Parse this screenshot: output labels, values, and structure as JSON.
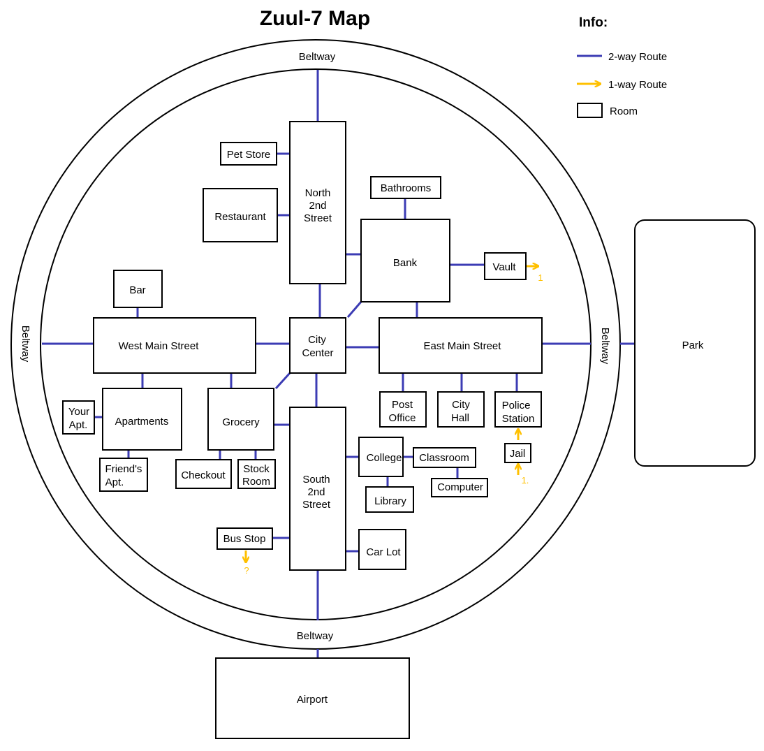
{
  "title": "Zuul-7 Map",
  "legend": {
    "heading": "Info:",
    "two_way": "2-way Route",
    "one_way": "1-way Route",
    "room": "Room"
  },
  "beltway": {
    "top": "Beltway",
    "left": "Beltway",
    "right": "Beltway",
    "bottom": "Beltway"
  },
  "rooms": {
    "pet_store": "Pet Store",
    "restaurant": "Restaurant",
    "north_2nd_street": [
      "North",
      "2nd",
      "Street"
    ],
    "bathrooms": "Bathrooms",
    "bank": "Bank",
    "vault": "Vault",
    "bar": "Bar",
    "west_main_street": "West Main Street",
    "city_center": [
      "City",
      "Center"
    ],
    "east_main_street": "East Main Street",
    "your_apt": [
      "Your",
      "Apt."
    ],
    "apartments": "Apartments",
    "grocery": "Grocery",
    "friends_apt": [
      "Friend's",
      "Apt."
    ],
    "checkout": "Checkout",
    "stock_room": [
      "Stock",
      "Room"
    ],
    "south_2nd_street": [
      "South",
      "2nd",
      "Street"
    ],
    "post_office": [
      "Post",
      "Office"
    ],
    "city_hall": [
      "City",
      "Hall"
    ],
    "police_station": [
      "Police",
      "Station"
    ],
    "college": "College",
    "classroom": "Classroom",
    "library": "Library",
    "computer": "Computer",
    "jail": "Jail",
    "bus_stop": "Bus Stop",
    "car_lot": "Car Lot",
    "park": "Park",
    "airport": "Airport"
  },
  "one_way_markers": {
    "vault": "1",
    "jail": "1.",
    "bus_stop": "?"
  },
  "colors": {
    "two_way_route": "#3c3cb4",
    "one_way_route": "#ffc000",
    "room_border": "#000000"
  }
}
